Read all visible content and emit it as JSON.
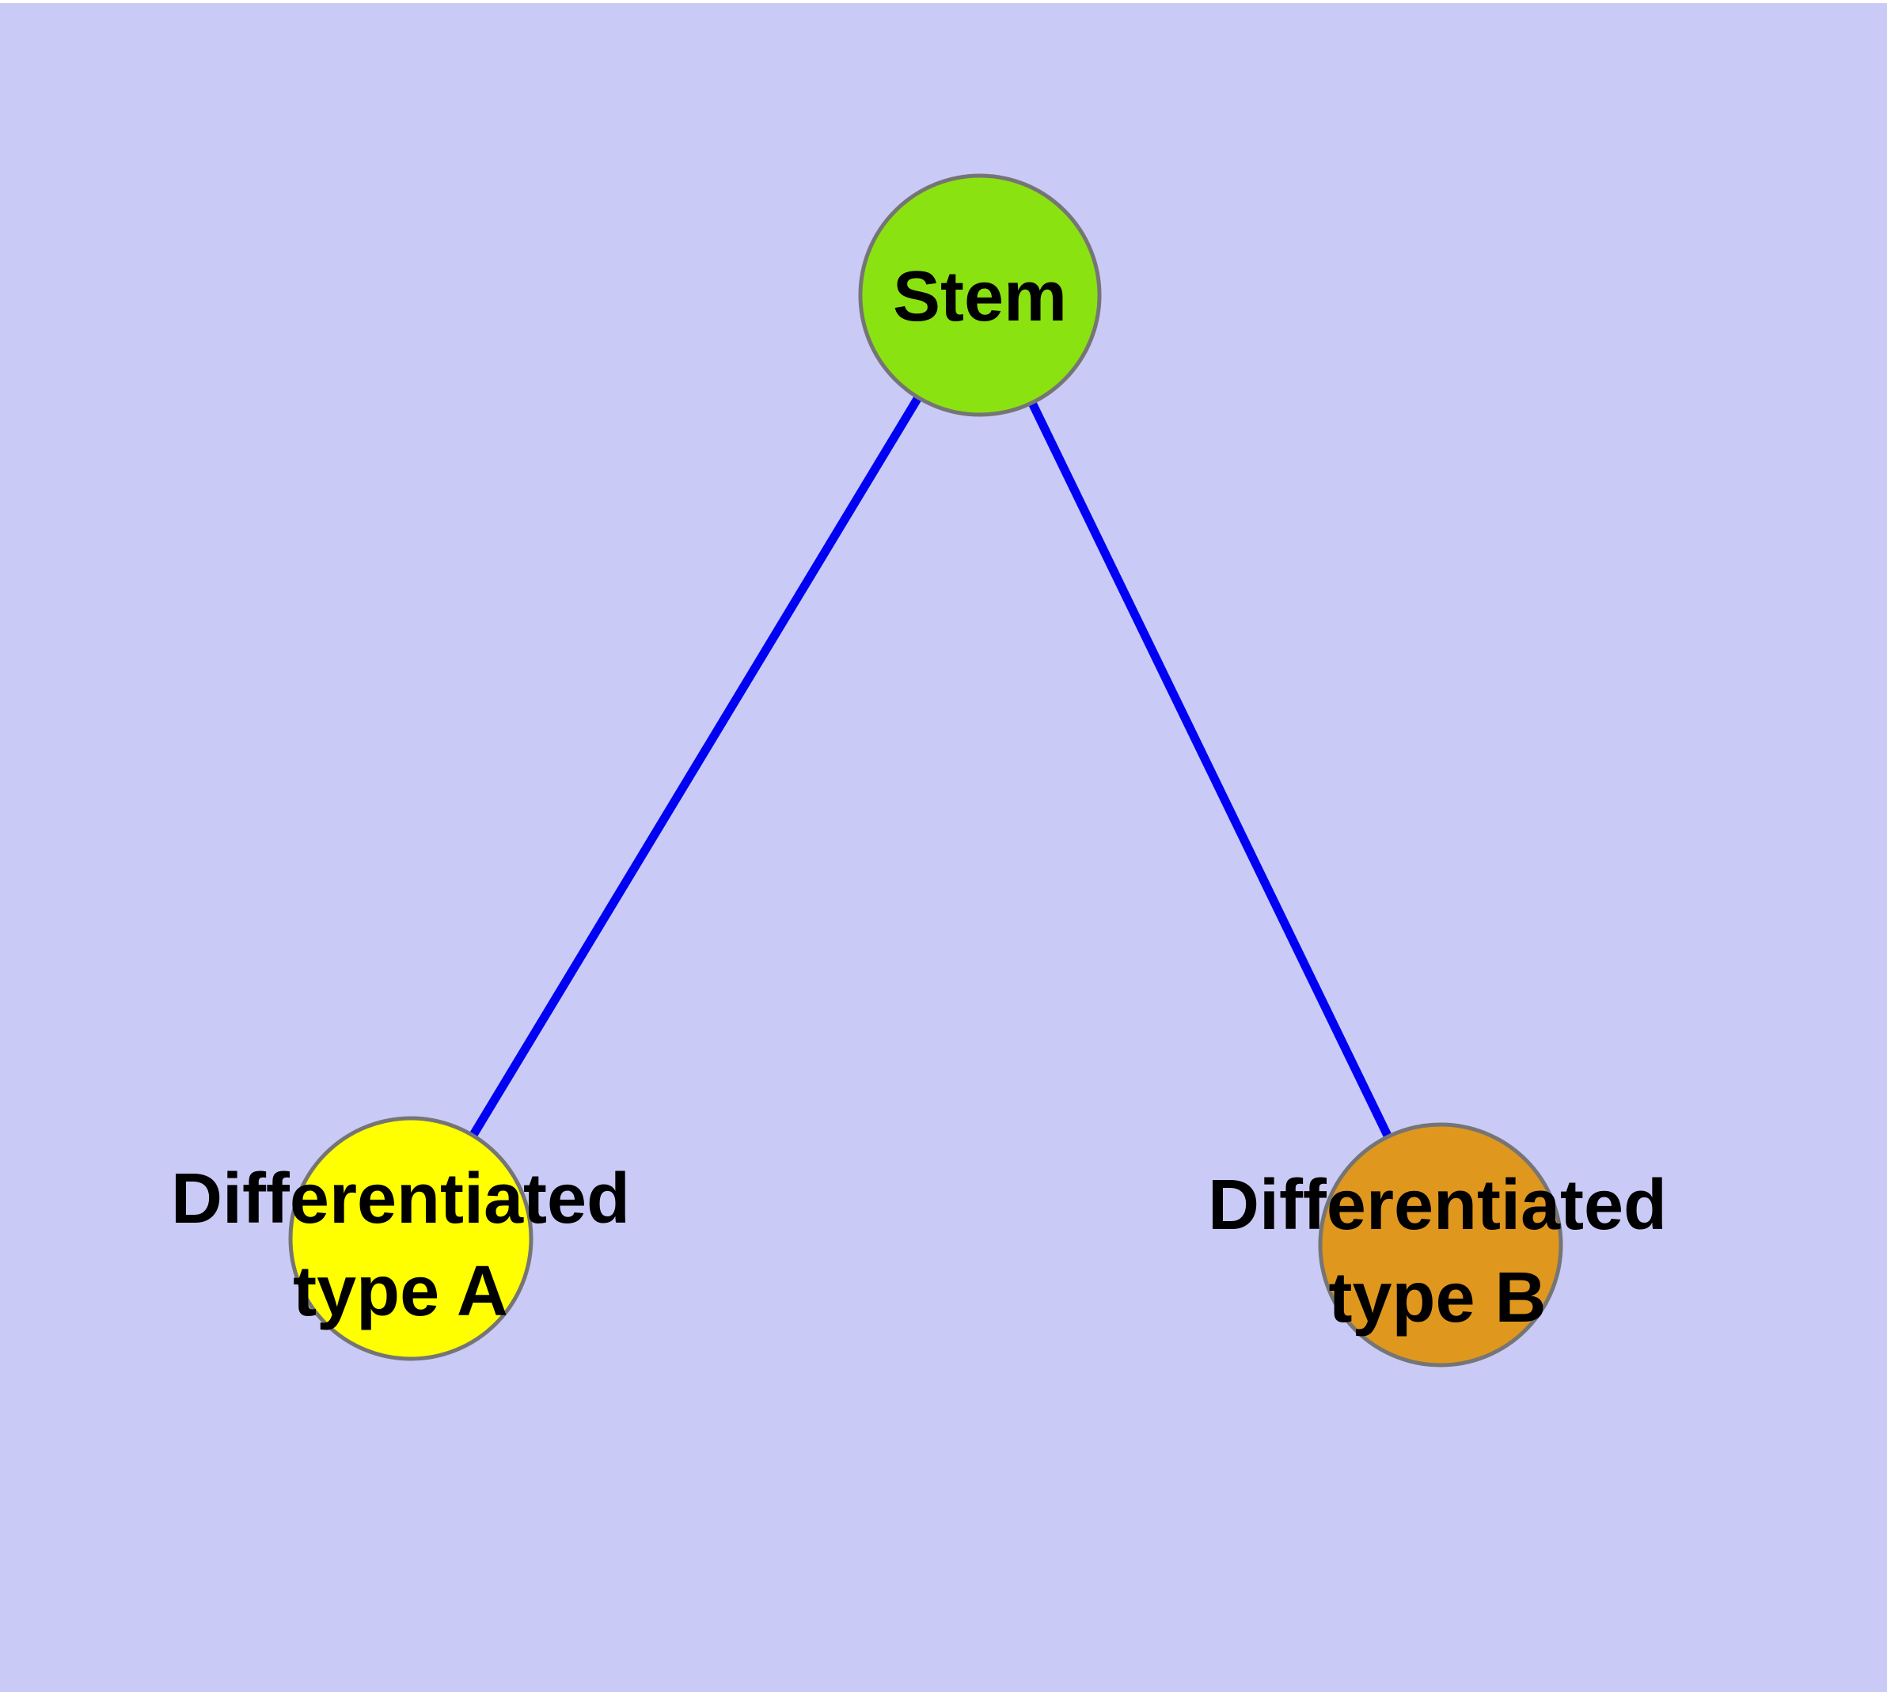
{
  "colors": {
    "background": "#CACAF6",
    "page_border": "#FFFFFF",
    "edge": "#0000F2",
    "node_border": "#757575",
    "text": "#000000"
  },
  "nodes": {
    "stem": {
      "label": "Stem",
      "fill": "#8BE211"
    },
    "type_a": {
      "label_line1": "Differentiated",
      "label_line2": "type A",
      "fill": "#FFFF00"
    },
    "type_b": {
      "label_line1": "Differentiated",
      "label_line2": "type B",
      "fill": "#E0971E"
    }
  },
  "edges": [
    {
      "from": "Stem",
      "to": "Differentiated type A"
    },
    {
      "from": "Stem",
      "to": "Differentiated type B"
    }
  ]
}
